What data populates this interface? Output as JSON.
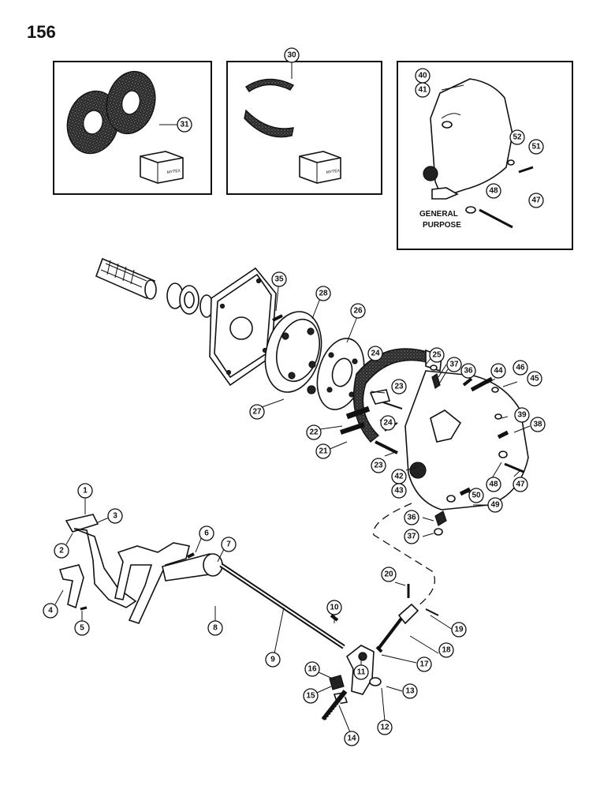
{
  "page": {
    "number": "156"
  },
  "insets": {
    "inset_a": {
      "callouts": [
        "31"
      ]
    },
    "inset_b": {
      "callouts": [
        "30"
      ]
    },
    "inset_c": {
      "label_line1": "GENERAL",
      "label_line2": "PURPOSE",
      "callouts": [
        "40",
        "41",
        "52",
        "51",
        "48",
        "47"
      ]
    }
  },
  "callouts": [
    "1",
    "2",
    "3",
    "4",
    "5",
    "6",
    "7",
    "8",
    "9",
    "10",
    "11",
    "12",
    "13",
    "14",
    "15",
    "16",
    "17",
    "18",
    "19",
    "20",
    "21",
    "22",
    "23",
    "23",
    "24",
    "24",
    "25",
    "26",
    "27",
    "28",
    "35",
    "36",
    "36",
    "37",
    "37",
    "38",
    "39",
    "42",
    "43",
    "44",
    "45",
    "46",
    "47",
    "48",
    "49",
    "50"
  ],
  "package_label": "MYTEX"
}
